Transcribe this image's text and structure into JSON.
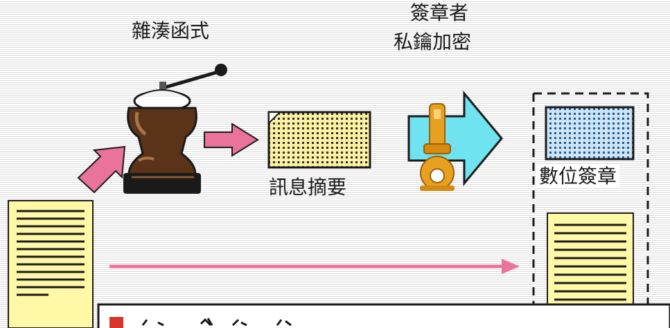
{
  "labels": {
    "hash_function": "雜湊函式",
    "signer_private_key_line1": "簽章者",
    "signer_private_key_line2": "私鑰加密",
    "message_digest": "訊息摘要",
    "digital_signature": "數位簽章"
  },
  "icons": {
    "grinder": "hash-grinder-icon",
    "key": "key-icon",
    "document": "document-icon",
    "digest": "digest-card-icon",
    "signature": "signature-card-icon"
  },
  "colors": {
    "arrow_pink": "#e9739b",
    "arrow_cyan": "#6fe3f0",
    "doc_yellow": "#fff8a6",
    "digest_yellow": "#fbf1a0",
    "signature_blue": "#cde3f6",
    "key_gold": "#e8a020",
    "caption_red": "#d9342b"
  }
}
